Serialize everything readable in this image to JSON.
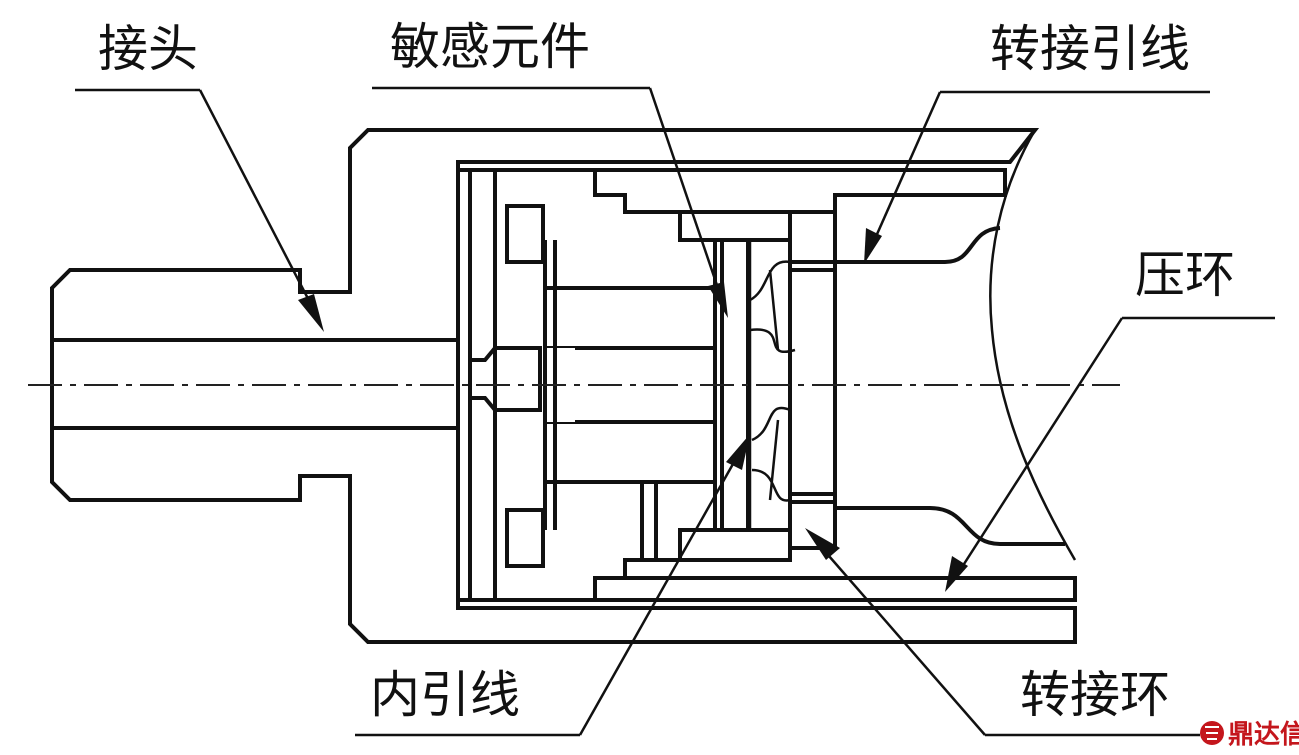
{
  "labels": {
    "joint": "接头",
    "sensing_element": "敏感元件",
    "transfer_lead": "转接引线",
    "press_ring": "压环",
    "inner_lead": "内引线",
    "transfer_ring": "转接环"
  },
  "watermark": {
    "text": "鼎达信",
    "icon": "dingdaxin-logo-icon",
    "color": "#c4161c"
  }
}
